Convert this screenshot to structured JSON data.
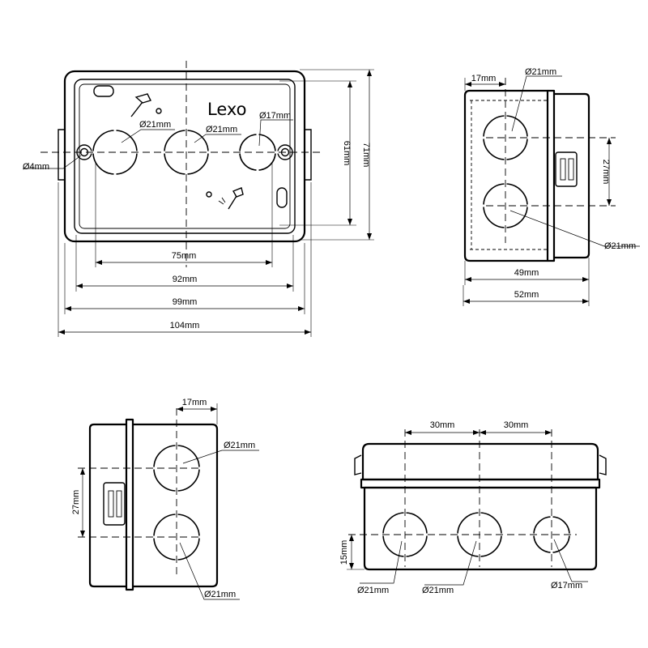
{
  "front_view": {
    "brand": "Lexo",
    "hole_screw": "Ø4mm",
    "hole_a": "Ø21mm",
    "hole_b": "Ø21mm",
    "hole_c": "Ø17mm",
    "height_inner": "61mm",
    "height_outer": "71mm",
    "width_75": "75mm",
    "width_92": "92mm",
    "width_99": "99mm",
    "width_104": "104mm"
  },
  "side_view_right": {
    "offset": "17mm",
    "hole_top": "Ø21mm",
    "hole_bottom": "Ø21mm",
    "spacing": "27mm",
    "depth_inner": "49mm",
    "depth_outer": "52mm"
  },
  "side_view_left": {
    "offset": "17mm",
    "hole_top": "Ø21mm",
    "hole_bottom": "Ø21mm",
    "spacing": "27mm"
  },
  "bottom_view": {
    "spacing_left": "30mm",
    "spacing_right": "30mm",
    "height": "15mm",
    "hole_left": "Ø21mm",
    "hole_middle": "Ø21mm",
    "hole_right": "Ø17mm"
  }
}
